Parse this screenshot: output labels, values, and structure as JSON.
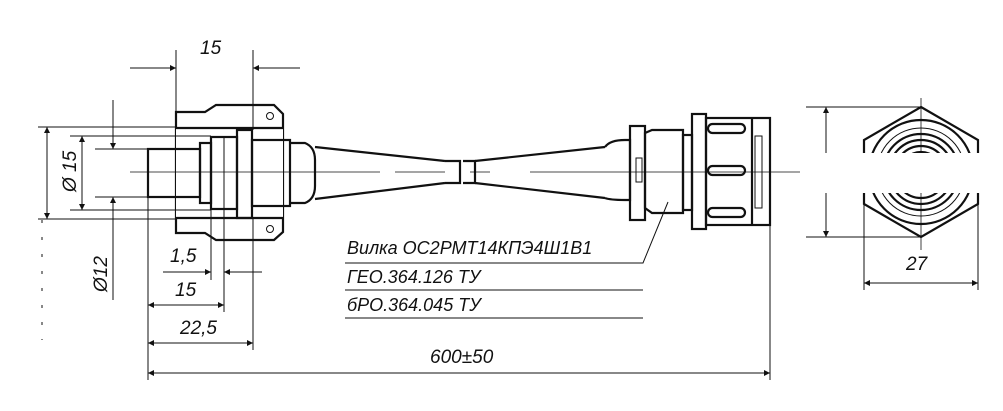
{
  "drawing": {
    "dimensions": {
      "top_width": "15",
      "diameter_15": "Ø 15",
      "diameter_12": "Ø12",
      "d_1_5": "1,5",
      "d_15": "15",
      "d_22_5": "22,5",
      "total_length": "600±50",
      "hex_width": "27"
    },
    "callout": {
      "part_name": "Вилка ОС2РМТ14КПЭ4Ш1В1",
      "spec_1": "ГЕО.364.126 ТУ",
      "spec_2": "бРО.364.045 ТУ"
    }
  }
}
